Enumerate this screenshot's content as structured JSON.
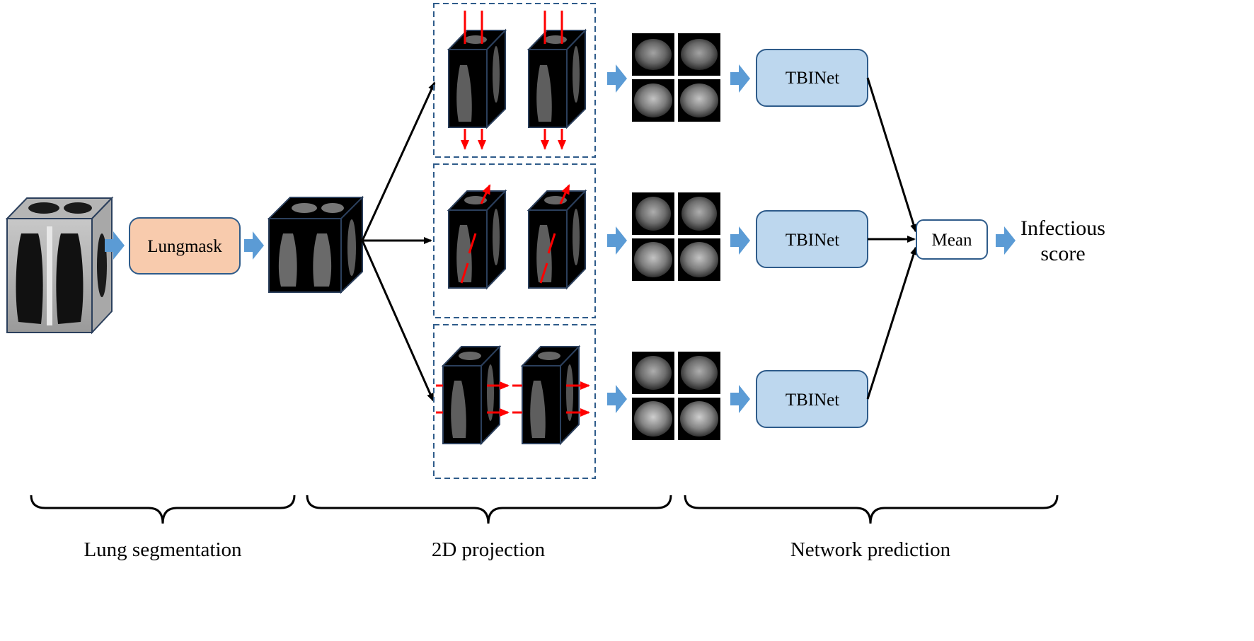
{
  "diagram": {
    "steps": {
      "lungmask": "Lungmask",
      "network_top": "TBINet",
      "network_mid": "TBINet",
      "network_bottom": "TBINet",
      "mean": "Mean",
      "output_line1": "Infectious",
      "output_line2": "score"
    },
    "sections": [
      "Lung segmentation",
      "2D projection",
      "Network prediction"
    ],
    "colors": {
      "lungmask_fill": "#f8cbad",
      "tbinet_fill": "#bdd7ee",
      "box_stroke": "#2e5b8a",
      "block_arrow": "#5b9bd5",
      "projection_arrow": "#ff0000",
      "dashed_frame": "#2e5b8a"
    }
  }
}
